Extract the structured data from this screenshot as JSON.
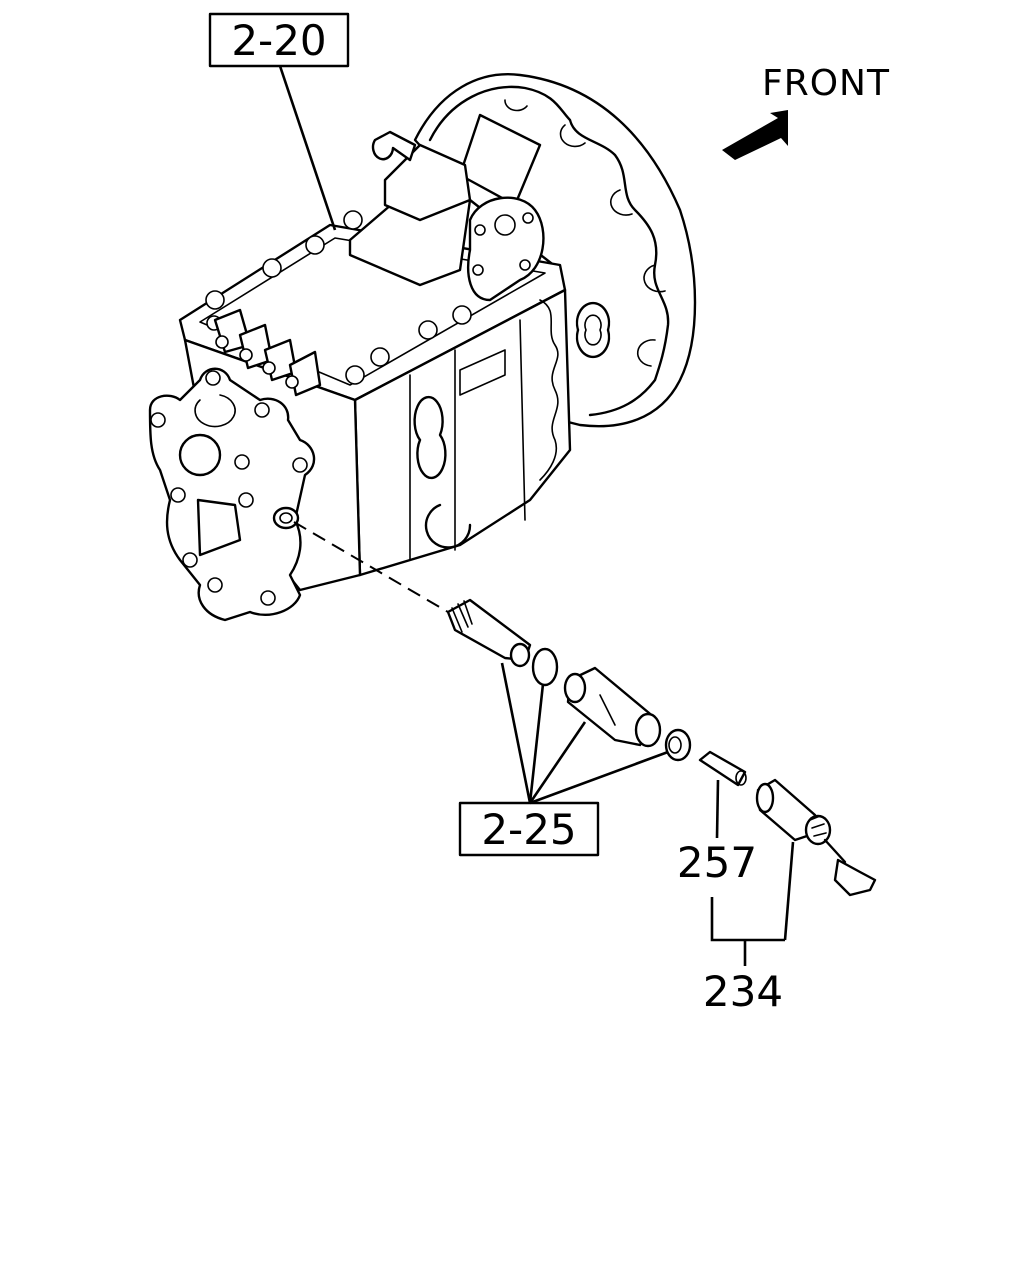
{
  "front_label": "FRONT",
  "callouts": {
    "ref_2_20": "2-20",
    "ref_2_25": "2-25",
    "part_257": "257",
    "part_234": "234"
  },
  "icons": {
    "front_arrow": "front-direction-arrow-icon"
  }
}
